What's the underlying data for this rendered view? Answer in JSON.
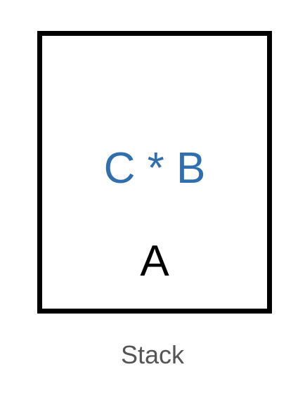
{
  "diagram": {
    "stack": {
      "items": [
        {
          "label": "C * B",
          "color": "#2f6fb0"
        },
        {
          "label": "A",
          "color": "#000000"
        }
      ]
    },
    "caption": {
      "text": "Stack",
      "color": "#555555"
    }
  }
}
